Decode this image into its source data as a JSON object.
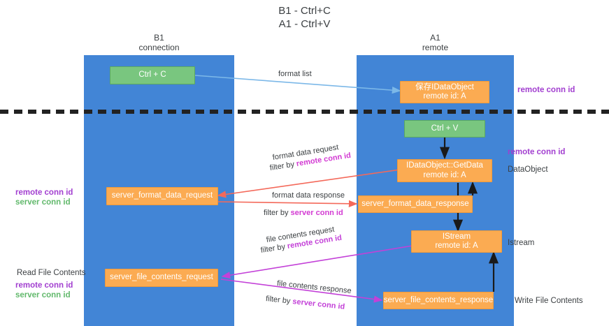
{
  "title": "B1 - Ctrl+C\nA1 - Ctrl+V",
  "lanes": {
    "left": {
      "header": "B1\nconnection"
    },
    "right": {
      "header": "A1\nremote"
    }
  },
  "boxes": {
    "ctrl_c": {
      "label": "Ctrl + C"
    },
    "ctrl_v": {
      "label": "Ctrl + V"
    },
    "save_idataobject": {
      "line1": "保存IDataObject",
      "line2": "remote id: A"
    },
    "getdata": {
      "line1": "IDataObject::GetData",
      "line2": "remote id: A"
    },
    "istream": {
      "line1": "IStream",
      "line2": "remote id: A"
    },
    "server_format_data_request": {
      "label": "server_format_data_request"
    },
    "server_format_data_response": {
      "label": "server_format_data_response"
    },
    "server_file_contents_request": {
      "label": "server_file_contents_request"
    },
    "server_file_contents_response": {
      "label": "server_file_contents_response"
    }
  },
  "flows": {
    "format_list": {
      "label": "format list"
    },
    "format_data_request": {
      "line1": "format data request",
      "prefix": "filter by ",
      "token": "remote conn id"
    },
    "format_data_response": {
      "line1": "format data response",
      "prefix": "filter by ",
      "token": "server conn id"
    },
    "file_contents_request": {
      "line1": "file contents request",
      "prefix": "filter by ",
      "token": "remote conn id"
    },
    "file_contents_response": {
      "line1": "file contents response",
      "prefix": "filter by ",
      "token": "server conn id"
    }
  },
  "annotations": {
    "right_top_conn": {
      "label": "remote conn id"
    },
    "right_mid_conn": {
      "label": "remote conn id"
    },
    "dataobject": {
      "label": "DataObject"
    },
    "istream_label": {
      "label": "Istream"
    },
    "write_file_contents": {
      "label": "Write File Contents"
    },
    "left_remote_conn": {
      "label": "remote conn id"
    },
    "left_server_conn": {
      "label": "server conn id"
    },
    "read_file_contents": {
      "label": "Read File Contents"
    },
    "left_remote_conn2": {
      "label": "remote conn id"
    },
    "left_server_conn2": {
      "label": "server conn id"
    }
  },
  "colors": {
    "lane": "#4285d6",
    "green_box": "#79c67f",
    "orange_box": "#fbab52",
    "purple": "#a23fd0",
    "green_text": "#62b96c",
    "magenta": "#d33bd3",
    "arrow_red": "#f4695a",
    "arrow_blue": "#7cb8e8",
    "arrow_violet": "#c341d8",
    "arrow_black": "#1a1a1a"
  }
}
